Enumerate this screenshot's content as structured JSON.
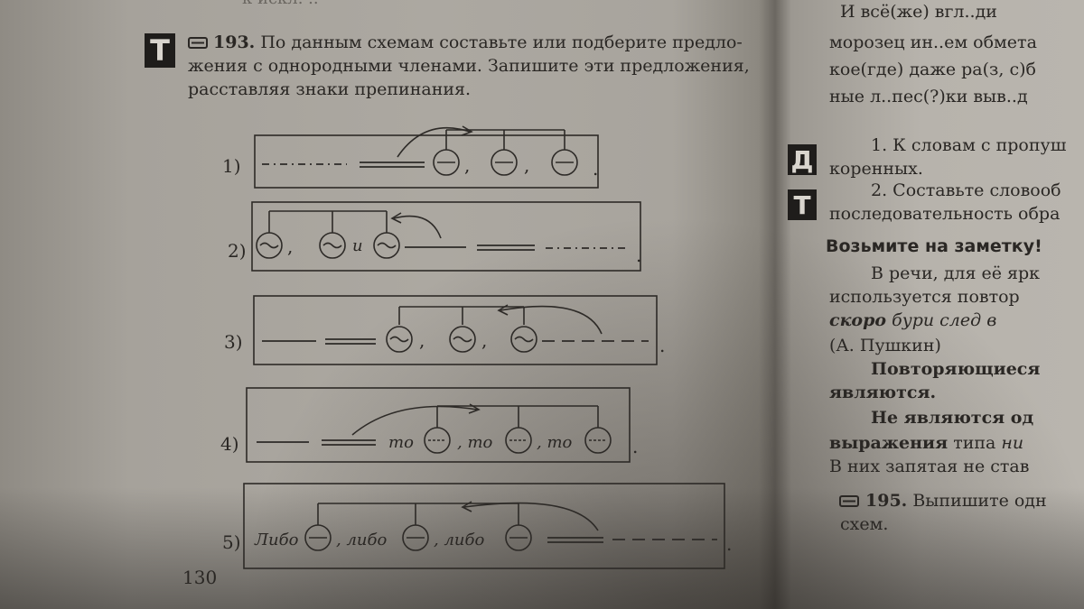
{
  "left_page": {
    "top_cut_text": "к искл. ..",
    "task_number": "193.",
    "task_lines": [
      "По данным схемам составьте или подберите предло-",
      "жения с однородными членами. Запишите эти предложения,",
      "расставляя знаки препинания."
    ],
    "badge": "Т",
    "scheme_numbers": [
      "1)",
      "2)",
      "3)",
      "4)",
      "5)"
    ],
    "scheme_words": {
      "and": "и",
      "to1": "то",
      "to2": ", то",
      "to3": ", то",
      "libo1": "Либо",
      "libo2": ", либо",
      "libo3": ", либо"
    },
    "punct": {
      "comma": ",",
      "period": "."
    },
    "page_number": "130"
  },
  "right_page": {
    "lines": [
      "И всё(же) вгл..ди",
      "морозец ин..ем обмета",
      "кое(где) даже ра(з, с)б",
      "ные л..пес(?)ки выв..д"
    ],
    "badge_d": "Д",
    "badge_t": "Т",
    "item1_a": "1. К словам с пропуш",
    "item1_b": "коренных.",
    "item2_a": "2. Составьте словооб",
    "item2_b": "последовательность обра",
    "note_title": "Возьмите на заметку!",
    "note_l1": "В речи, для её ярк",
    "note_l2": "используется повтор",
    "note_l3a": "скоро",
    "note_l3b": "бури след в",
    "note_l4": "(А. Пушкин)",
    "note_l5": "Повторяющиеся",
    "note_l6": "являются.",
    "note_l7": "Не являются од",
    "note_l8a": "выражения",
    "note_l8b": "типа",
    "note_l8c": "ни",
    "note_l9": "В них запятая не став",
    "task195_num": "195.",
    "task195_a": "Выпишите одн",
    "task195_b": "схем."
  }
}
